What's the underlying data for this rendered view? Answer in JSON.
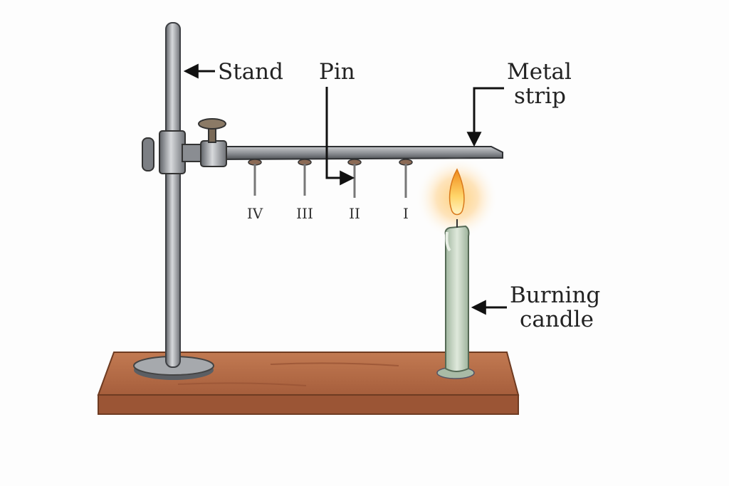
{
  "labels": {
    "stand": "Stand",
    "pin": "Pin",
    "metal_strip_line1": "Metal",
    "metal_strip_line2": "strip",
    "burning_candle_line1": "Burning",
    "burning_candle_line2": "candle"
  },
  "pins": [
    "IV",
    "III",
    "II",
    "I"
  ],
  "colors": {
    "wood": "#b56a45",
    "metal": "#8e9196",
    "candle": "#c9d8c6",
    "flame": "#f5a623"
  }
}
